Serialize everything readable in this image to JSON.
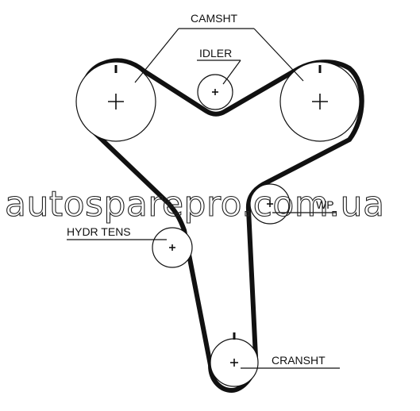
{
  "labels": {
    "camshaft": "CAMSHT",
    "idler": "IDLER",
    "water_pump": "WP",
    "hydraulic_tensioner": "HYDR TENS",
    "crankshaft": "CRANSHT"
  },
  "watermark": "autosparepro.com.ua"
}
